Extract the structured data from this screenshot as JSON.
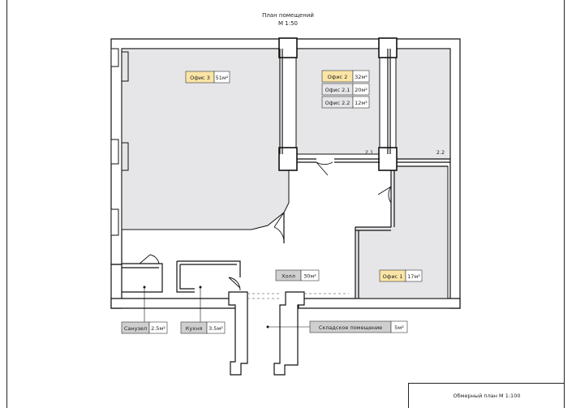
{
  "header": {
    "title": "План помещений",
    "scale": "М 1:50"
  },
  "stamp": {
    "text": "Обмерный план М 1:100"
  },
  "colors": {
    "wall_fill": "#ffffff",
    "wall_stroke": "#111111",
    "room_fill": "#e6e6e9",
    "office_label_bg": "#fbe5a6",
    "gray_label_bg": "#cfcfcf"
  },
  "rooms": {
    "office3": {
      "name": "Офис 3",
      "area": "51м²"
    },
    "office2": {
      "name": "Офис 2",
      "area": "32м²"
    },
    "office21": {
      "name": "Офис 2.1",
      "area": "20м²"
    },
    "office22": {
      "name": "Офис 2.2",
      "area": "12м²"
    },
    "office1": {
      "name": "Офис 1",
      "area": "17м²"
    },
    "hall": {
      "name": "Холл",
      "area": "30м²"
    },
    "wc": {
      "name": "Санузел",
      "area": "2.5м²"
    },
    "kitchen": {
      "name": "Кухня",
      "area": "3.5м²"
    },
    "storage": {
      "name": "Складское помещение",
      "area": "5м²"
    }
  },
  "marks": {
    "m21": "2.1",
    "m22": "2.2"
  }
}
